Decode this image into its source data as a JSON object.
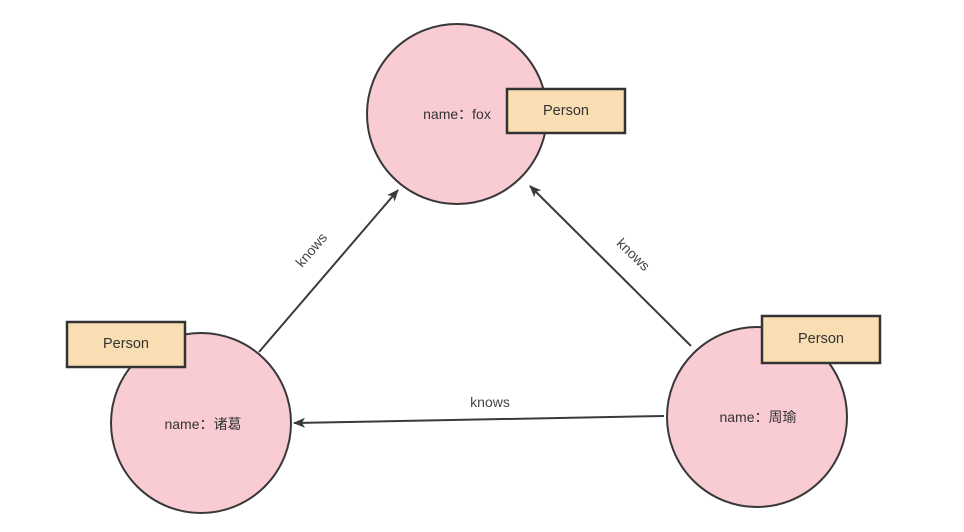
{
  "diagram": {
    "type": "graph",
    "colors": {
      "background": "#ffffff",
      "node_fill": "#f9ccd3",
      "node_stroke": "#383838",
      "label_fill": "#f8deb2",
      "label_stroke": "#333333",
      "edge_color": "#3a3a3a",
      "text_color": "#333333"
    },
    "nodes": [
      {
        "id": "fox",
        "type_label": "Person",
        "property_text": "name：fox"
      },
      {
        "id": "zhuge",
        "type_label": "Person",
        "property_text": "name：诸葛"
      },
      {
        "id": "zhouyu",
        "type_label": "Person",
        "property_text": "name：周瑜"
      }
    ],
    "edges": [
      {
        "from": "诸葛",
        "to": "fox",
        "label": "knows"
      },
      {
        "from": "周瑜",
        "to": "fox",
        "label": "knows"
      },
      {
        "from": "周瑜",
        "to": "诸葛",
        "label": "knows"
      }
    ]
  }
}
